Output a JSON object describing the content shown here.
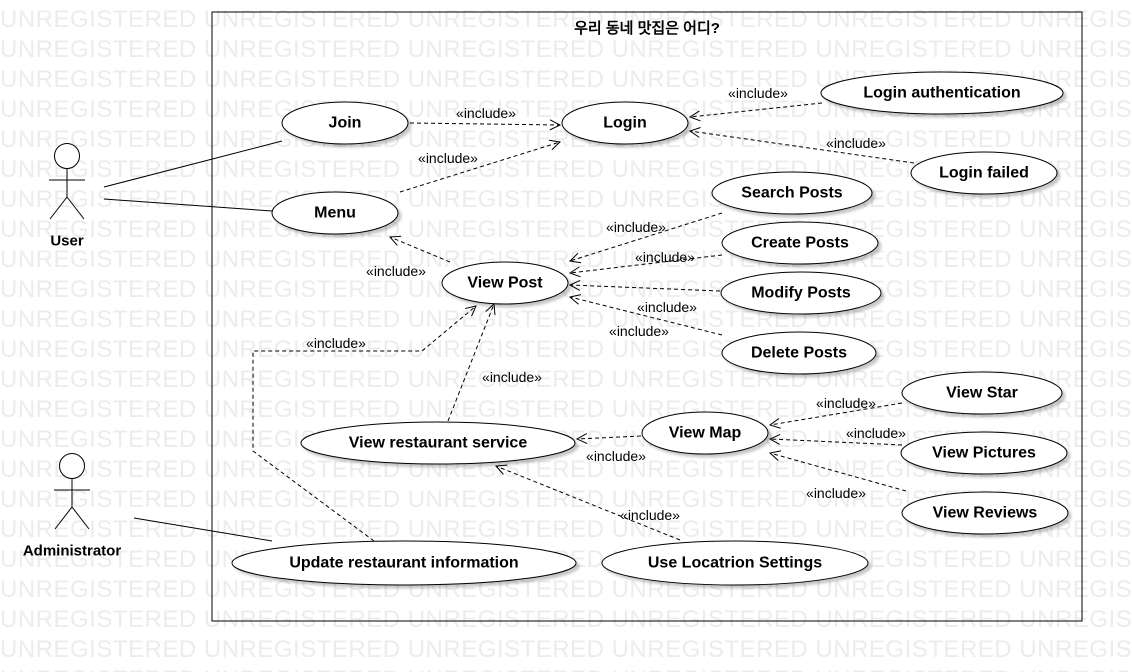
{
  "watermark": "UNREGISTERED",
  "system": {
    "title": "우리 동네 맛집은 어디?"
  },
  "actors": [
    {
      "id": "user",
      "label": "User"
    },
    {
      "id": "admin",
      "label": "Administrator"
    }
  ],
  "use_cases": [
    {
      "id": "join",
      "label": "Join"
    },
    {
      "id": "login",
      "label": "Login"
    },
    {
      "id": "login_auth",
      "label": "Login authentication"
    },
    {
      "id": "login_failed",
      "label": "Login failed"
    },
    {
      "id": "menu",
      "label": "Menu"
    },
    {
      "id": "search_posts",
      "label": "Search Posts"
    },
    {
      "id": "create_posts",
      "label": "Create Posts"
    },
    {
      "id": "view_post",
      "label": "View Post"
    },
    {
      "id": "modify_posts",
      "label": "Modify Posts"
    },
    {
      "id": "delete_posts",
      "label": "Delete Posts"
    },
    {
      "id": "view_star",
      "label": "View Star"
    },
    {
      "id": "view_restaurant_service",
      "label": "View restaurant service"
    },
    {
      "id": "view_map",
      "label": "View Map"
    },
    {
      "id": "view_pictures",
      "label": "View Pictures"
    },
    {
      "id": "view_reviews",
      "label": "View Reviews"
    },
    {
      "id": "update_restaurant_info",
      "label": "Update restaurant information"
    },
    {
      "id": "use_location_settings",
      "label": "Use Locatrion Settings"
    }
  ],
  "associations": [
    {
      "actor": "user",
      "use_case": "join"
    },
    {
      "actor": "user",
      "use_case": "menu"
    },
    {
      "actor": "admin",
      "use_case": "update_restaurant_info"
    }
  ],
  "relationships": [
    {
      "from": "join",
      "to": "login",
      "label": "«include»"
    },
    {
      "from": "login_auth",
      "to": "login",
      "label": "«include»"
    },
    {
      "from": "login_failed",
      "to": "login",
      "label": "«include»"
    },
    {
      "from": "menu",
      "to": "login",
      "label": "«include»"
    },
    {
      "from": "view_post",
      "to": "menu",
      "label": "«include»"
    },
    {
      "from": "search_posts",
      "to": "view_post",
      "label": "«include»"
    },
    {
      "from": "create_posts",
      "to": "view_post",
      "label": "«include»"
    },
    {
      "from": "modify_posts",
      "to": "view_post",
      "label": "«include»"
    },
    {
      "from": "delete_posts",
      "to": "view_post",
      "label": "«include»"
    },
    {
      "from": "update_restaurant_info",
      "to": "view_post",
      "label": "«include»"
    },
    {
      "from": "view_restaurant_service",
      "to": "view_post",
      "label": "«include»"
    },
    {
      "from": "view_map",
      "to": "view_restaurant_service",
      "label": "«include»"
    },
    {
      "from": "view_star",
      "to": "view_map",
      "label": "«include»"
    },
    {
      "from": "view_pictures",
      "to": "view_map",
      "label": "«include»"
    },
    {
      "from": "view_reviews",
      "to": "view_map",
      "label": "«include»"
    },
    {
      "from": "use_location_settings",
      "to": "view_restaurant_service",
      "label": "«include»"
    }
  ]
}
